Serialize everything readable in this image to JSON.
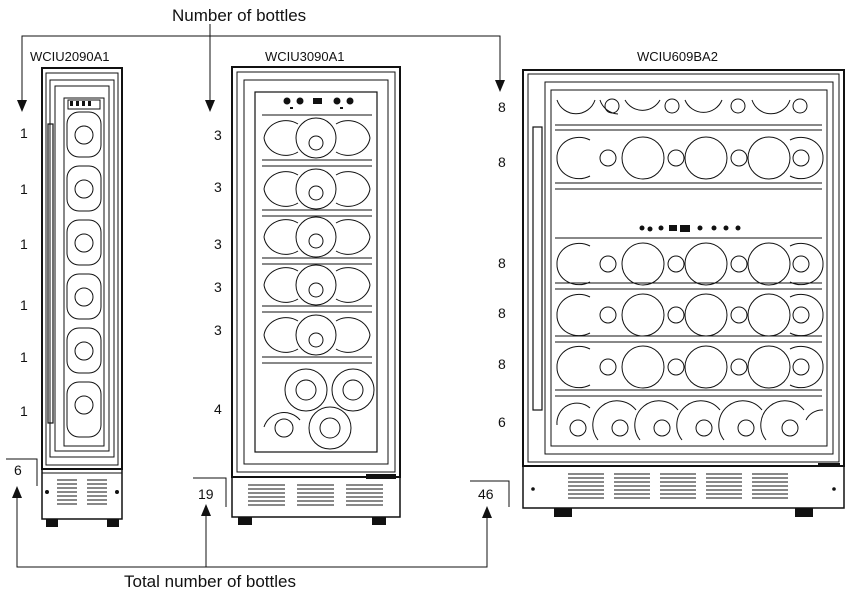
{
  "top_caption": "Number of bottles",
  "bottom_caption": "Total number of bottles",
  "coolers": [
    {
      "model": "WCIU2090A1",
      "shelf_counts": [
        "1",
        "1",
        "1",
        "1",
        "1",
        "1"
      ],
      "total": "6"
    },
    {
      "model": "WCIU3090A1",
      "shelf_counts": [
        "3",
        "3",
        "3",
        "3",
        "3",
        "4"
      ],
      "total": "19"
    },
    {
      "model": "WCIU609BA2",
      "shelf_counts": [
        "8",
        "8",
        "8",
        "8",
        "8",
        "6"
      ],
      "total": "46"
    }
  ]
}
